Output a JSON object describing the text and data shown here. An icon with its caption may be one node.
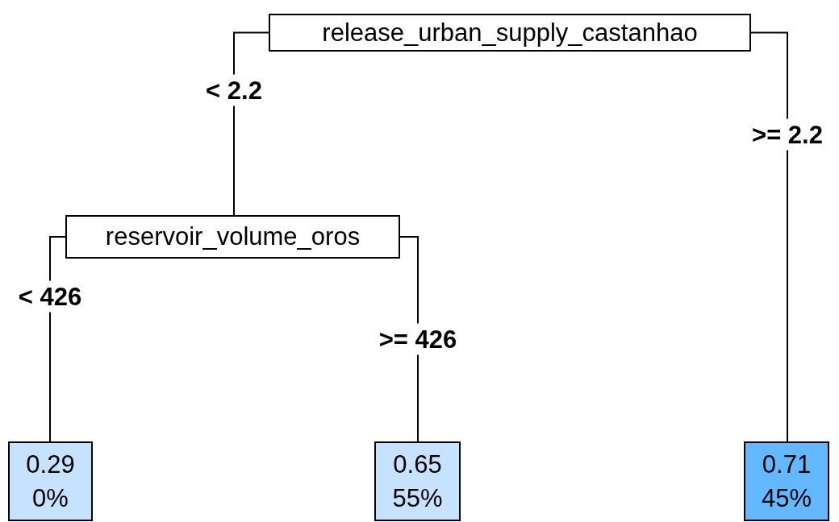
{
  "diagram": {
    "nodes": [
      {
        "text": [
          "release_urban_supply_castanhao"
        ]
      },
      {
        "text": [
          "reservoir_volume_oros"
        ]
      },
      {
        "text": [
          "0.29",
          "0%"
        ]
      },
      {
        "text": [
          "0.65",
          "55%"
        ]
      },
      {
        "text": [
          "0.71",
          "45%"
        ]
      }
    ],
    "edges": [
      {
        "from": 0,
        "to": 1,
        "arrow": "none",
        "label": "< 2.2"
      },
      {
        "from": 0,
        "to": 4,
        "arrow": "none",
        "label": ">= 2.2"
      },
      {
        "from": 1,
        "to": 2,
        "arrow": "none",
        "label": "< 426"
      },
      {
        "from": 1,
        "to": 3,
        "arrow": "none",
        "label": ">= 426"
      }
    ]
  }
}
